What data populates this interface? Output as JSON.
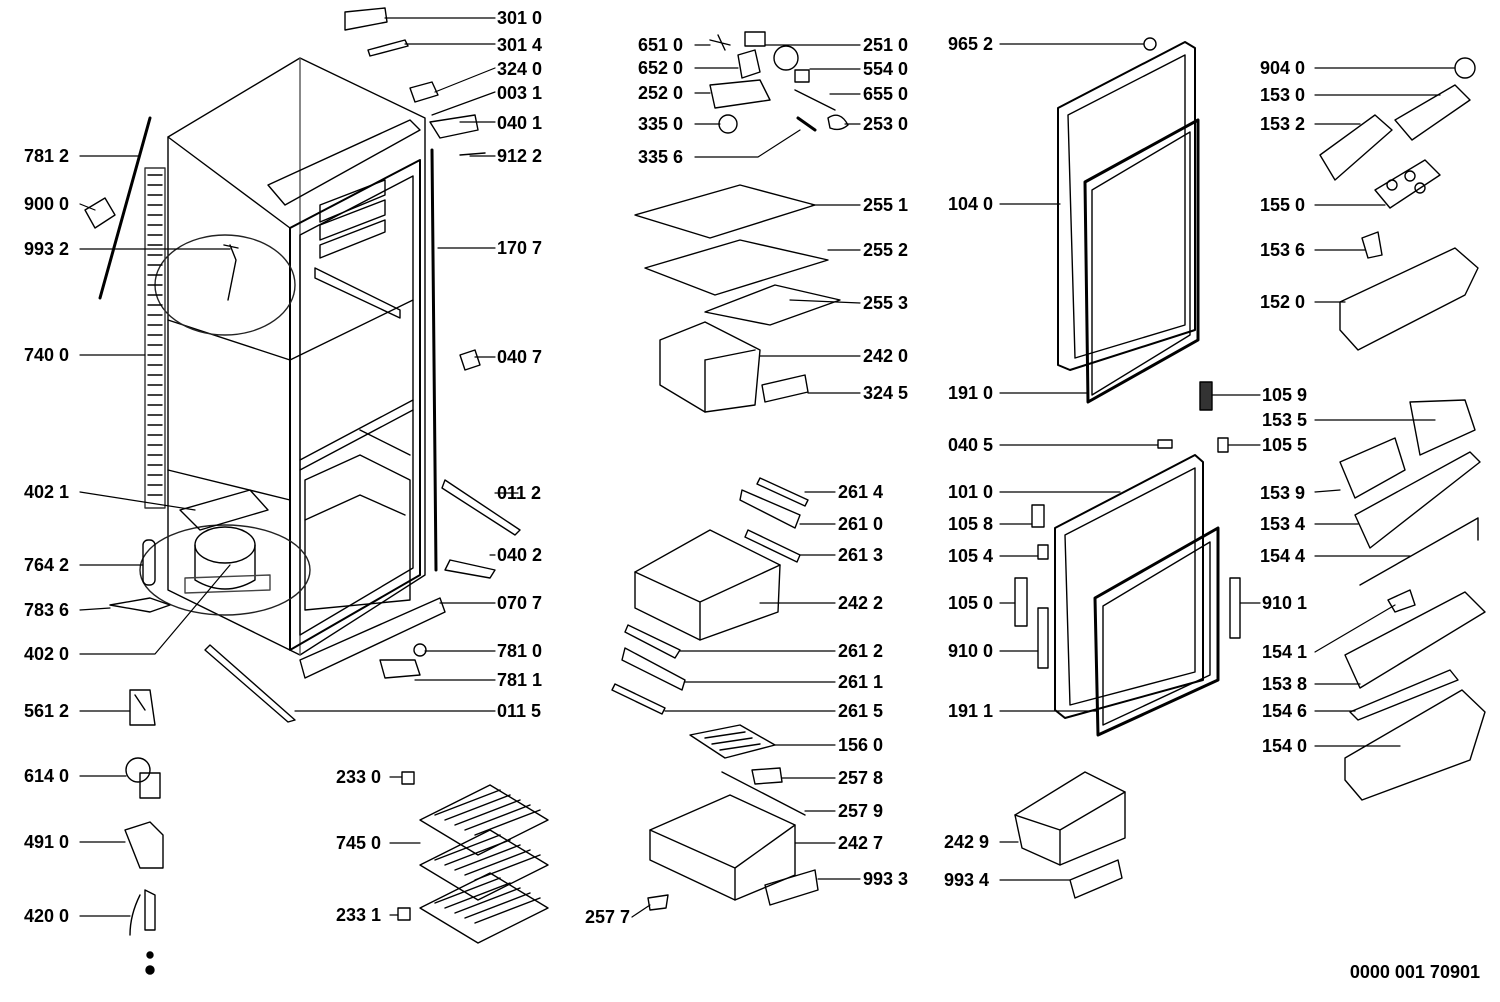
{
  "diagram": {
    "document_number": "0000 001 70901",
    "callouts": {
      "c3010": "301 0",
      "c3014": "301 4",
      "c3240": "324 0",
      "c0031": "003 1",
      "c0401": "040 1",
      "c9122": "912 2",
      "c1707": "170 7",
      "c0407": "040 7",
      "c0112": "011 2",
      "c0402": "040 2",
      "c0707": "070 7",
      "c7810": "781 0",
      "c7811": "781 1",
      "c0115": "011 5",
      "c7812": "781 2",
      "c9000": "900 0",
      "c9932": "993 2",
      "c7400": "740 0",
      "c4021": "402 1",
      "c7642": "764 2",
      "c7836": "783 6",
      "c4020": "402 0",
      "c5612": "561 2",
      "c6140": "614 0",
      "c4910": "491 0",
      "c4200": "420 0",
      "c6510": "651 0",
      "c6520": "652 0",
      "c2520": "252 0",
      "c3350": "335 0",
      "c3356": "335 6",
      "c2510": "251 0",
      "c5540": "554 0",
      "c6550": "655 0",
      "c2530": "253 0",
      "c2551": "255 1",
      "c2552": "255 2",
      "c2553": "255 3",
      "c2420": "242 0",
      "c3245": "324 5",
      "c2614": "261 4",
      "c2610": "261 0",
      "c2613": "261 3",
      "c2422": "242 2",
      "c2612": "261 2",
      "c2611": "261 1",
      "c2615": "261 5",
      "c1560": "156 0",
      "c2578": "257 8",
      "c2579": "257 9",
      "c2427": "242 7",
      "c9933": "993 3",
      "c2577": "257 7",
      "c2330": "233 0",
      "c7450": "745 0",
      "c2331": "233 1",
      "c9652": "965 2",
      "c1040": "104 0",
      "c1910": "191 0",
      "c0405": "040 5",
      "c1010": "101 0",
      "c1058": "105 8",
      "c1054": "105 4",
      "c1050": "105 0",
      "c9100": "910 0",
      "c1911": "191 1",
      "c2429": "242 9",
      "c9934": "993 4",
      "c9040": "904 0",
      "c1530": "153 0",
      "c1532": "153 2",
      "c1550": "155 0",
      "c1536": "153 6",
      "c1520": "152 0",
      "c1059": "105 9",
      "c1535": "153 5",
      "c1055": "105 5",
      "c1539": "153 9",
      "c1534": "153 4",
      "c1544": "154 4",
      "c9101": "910 1",
      "c1541": "154 1",
      "c1538": "153 8",
      "c1546": "154 6",
      "c1540": "154 0"
    }
  }
}
